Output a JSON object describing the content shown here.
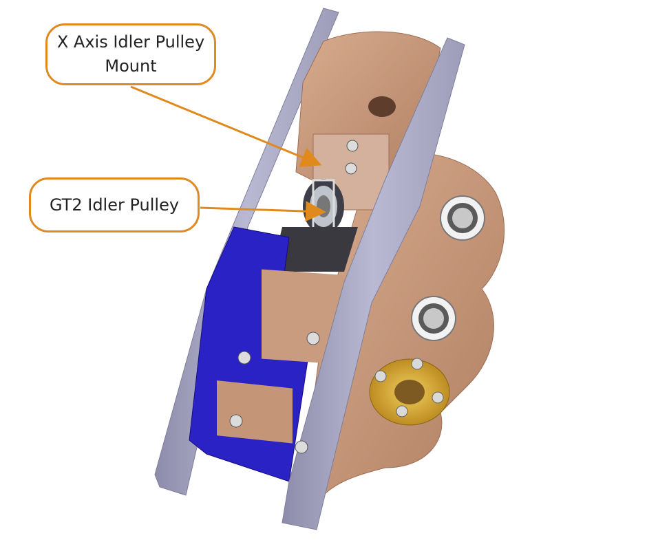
{
  "callouts": [
    {
      "line1": "X Axis Idler Pulley",
      "line2": "Mount"
    },
    {
      "text": "GT2 Idler Pulley"
    }
  ],
  "colors": {
    "callout_border": "#e08a1e",
    "arrow": "#e08a1e",
    "plate": "#a9a9c4",
    "bronze": "#c99a7c",
    "motor_mount": "#2a22c4",
    "nut": "#d4a12a"
  },
  "icons": [
    "screw-icon",
    "bearing-icon",
    "pulley-icon",
    "lead-screw-nut-icon"
  ]
}
